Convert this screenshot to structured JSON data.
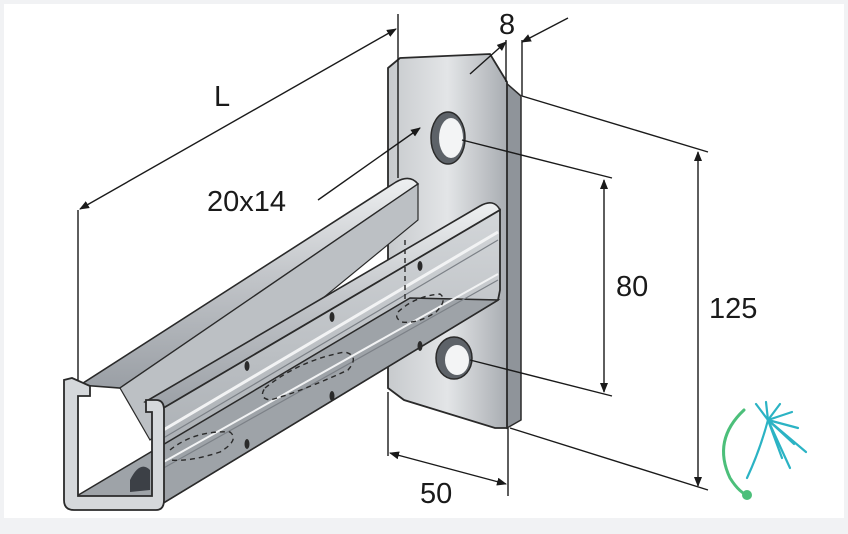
{
  "diagram": {
    "labels": {
      "length": "L",
      "thickness": "8",
      "slot": "20x14",
      "hole_spacing": "80",
      "plate_height": "125",
      "plate_width": "50"
    },
    "colors": {
      "steel_light": "#d9dbde",
      "steel_mid": "#b4b8bd",
      "steel_dark": "#8a8f95",
      "outline": "#2a2a2a",
      "dimension": "#1a1a1a",
      "logo_teal": "#2bb3c4",
      "logo_green": "#4cbf7a"
    },
    "icons": [
      "logo-dandelion-icon"
    ]
  }
}
